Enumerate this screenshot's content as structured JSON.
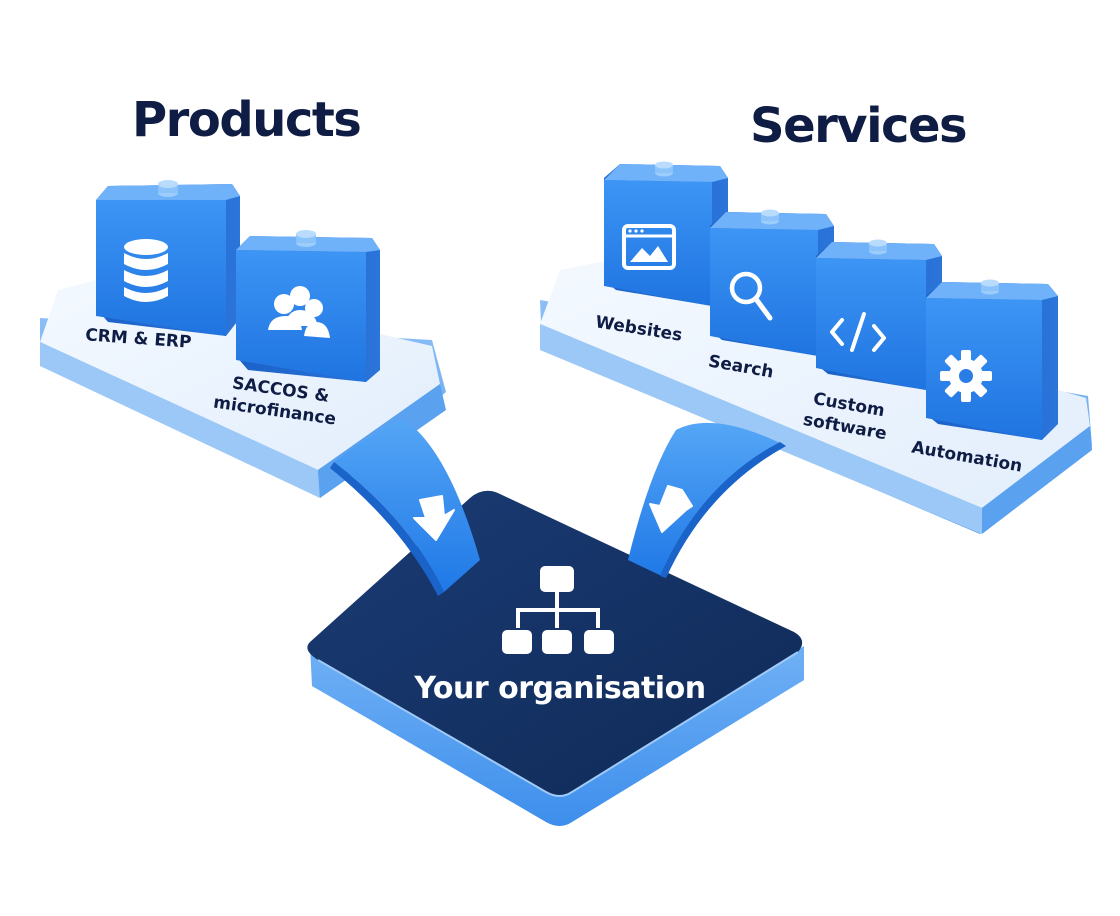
{
  "products": {
    "title": "Products",
    "items": [
      {
        "label": "CRM & ERP",
        "icon": "database-icon"
      },
      {
        "label_line1": "SACCOS &",
        "label_line2": "microfinance",
        "icon": "users-icon"
      }
    ]
  },
  "services": {
    "title": "Services",
    "items": [
      {
        "label": "Websites",
        "icon": "browser-window-icon"
      },
      {
        "label": "Search",
        "icon": "magnifier-icon"
      },
      {
        "label_line1": "Custom",
        "label_line2": "software",
        "icon": "code-icon"
      },
      {
        "label": "Automation",
        "icon": "gear-icon"
      }
    ]
  },
  "organisation": {
    "label": "Your organisation",
    "icon": "org-chart-icon"
  },
  "colors": {
    "navy_text": "#0f1d45",
    "cube_blue": "#2f86ee",
    "platform_light": "#e6f1fd",
    "org_dark": "#14305e"
  }
}
